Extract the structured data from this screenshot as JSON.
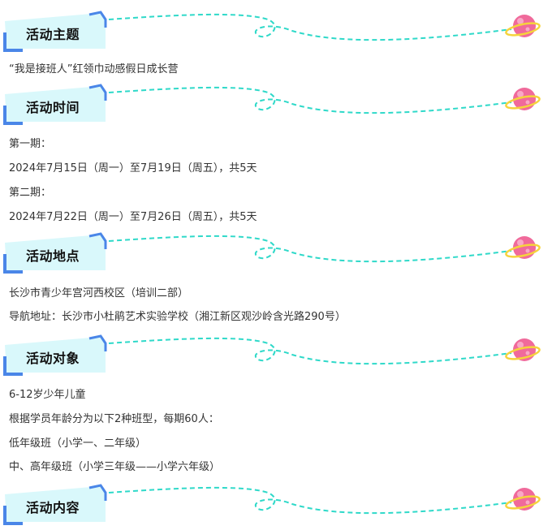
{
  "sections": [
    {
      "heading": "活动主题",
      "lines": [
        "“我是接班人”红领巾动感假日成长营"
      ]
    },
    {
      "heading": "活动时间",
      "lines": [
        "第一期：",
        "2024年7月15日（周一）至7月19日（周五），共5天",
        "第二期：",
        "2024年7月22日（周一）至7月26日（周五），共5天"
      ]
    },
    {
      "heading": "活动地点",
      "lines": [
        "长沙市青少年宫河西校区（培训二部）",
        "导航地址：长沙市小杜鹃艺术实验学校（湘江新区观沙岭含光路290号）"
      ]
    },
    {
      "heading": "活动对象",
      "lines": [
        "6-12岁少年儿童",
        "根据学员年龄分为以下2种班型，每期60人：",
        "低年级班（小学一、二年级）",
        "中、高年级班（小学三年级——小学六年级）"
      ]
    },
    {
      "heading": "活动内容",
      "lines": []
    }
  ],
  "colors": {
    "header_fill": "#d9f8fb",
    "header_bar": "#4a86e8",
    "dash_line": "#2fd9c9",
    "planet": "#f06a9b",
    "ring": "#f5d33c"
  },
  "icons": [
    "planet-icon"
  ]
}
